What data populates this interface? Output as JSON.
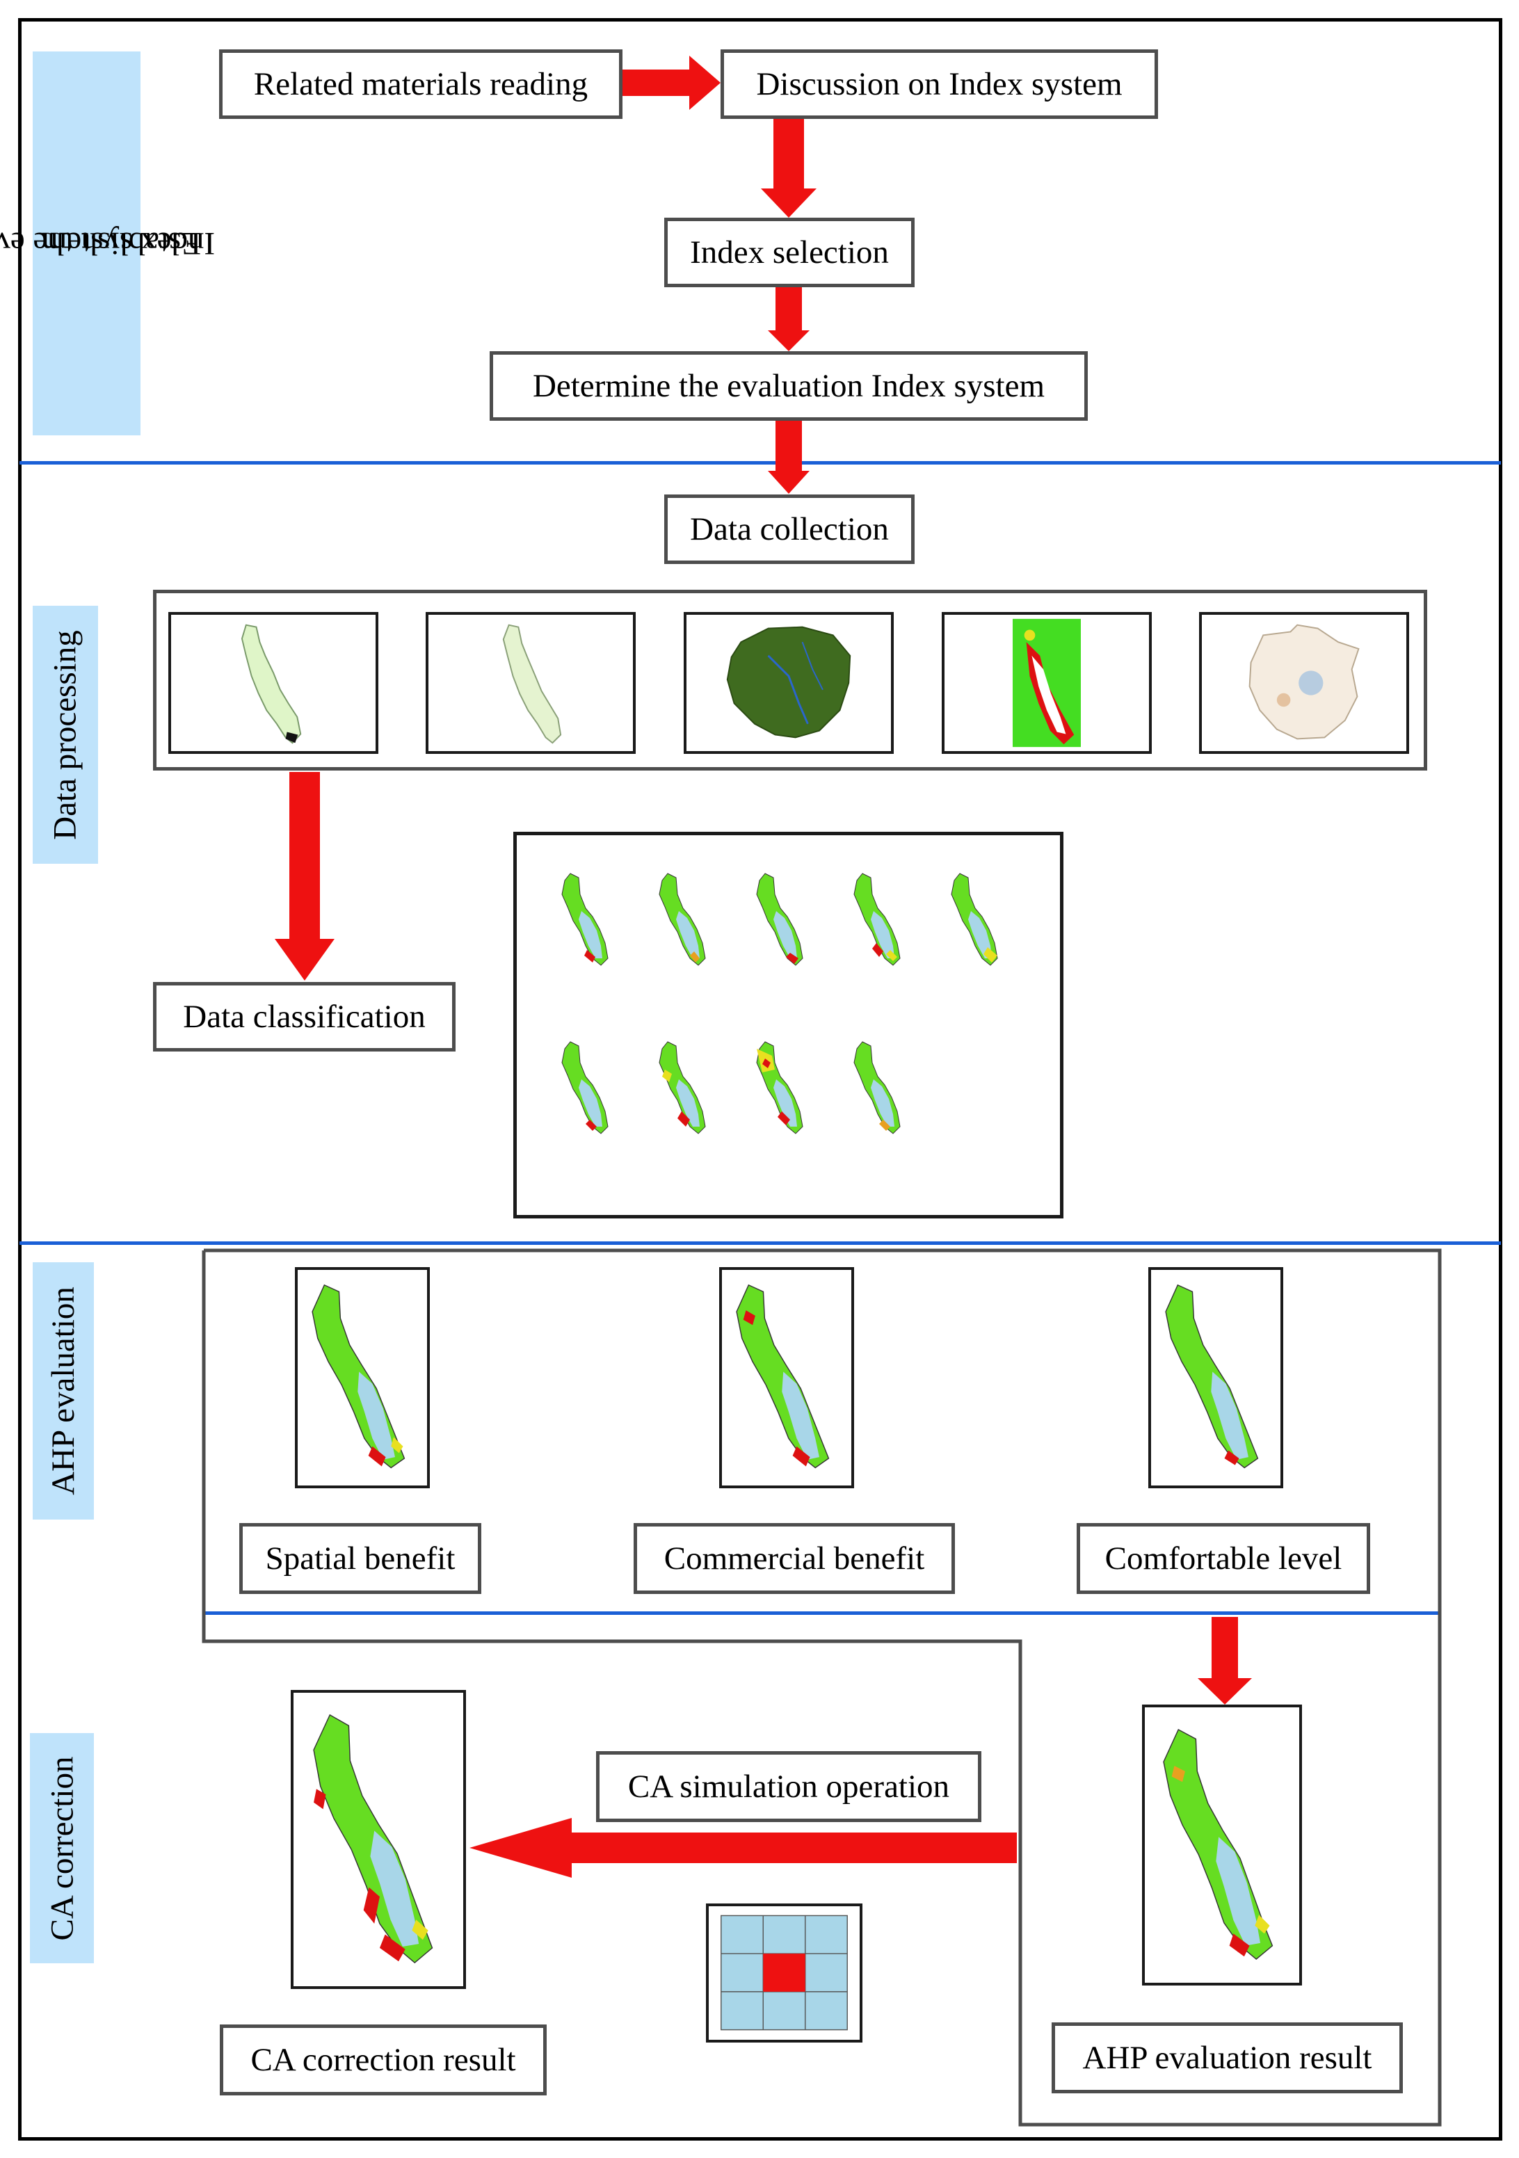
{
  "colors": {
    "arrow": "#ee1111",
    "divider": "#1a5fd6",
    "side_label_bg": "#bfe3fb",
    "box_border": "#4d4d4d",
    "map_green": "#66dd22",
    "map_lake": "#a8d6e8",
    "map_red": "#dd1111",
    "map_yellow": "#e8e020"
  },
  "sections": {
    "establish": {
      "label_line1": "Establish the evaluation",
      "label_line2": "Index system"
    },
    "processing": {
      "label": "Data processing"
    },
    "ahp": {
      "label": "AHP evaluation"
    },
    "ca": {
      "label": "CA correction"
    }
  },
  "boxes": {
    "related_materials": "Related materials reading",
    "discussion": "Discussion on Index system",
    "index_selection": "Index selection",
    "determine_index": "Determine the evaluation Index system",
    "data_collection": "Data collection",
    "data_classification": "Data classification",
    "spatial_benefit": "Spatial benefit",
    "commercial_benefit": "Commercial benefit",
    "comfortable_level": "Comfortable level",
    "ca_simulation": "CA simulation operation",
    "ca_result": "CA correction result",
    "ahp_result": "AHP evaluation result"
  },
  "icons": {
    "raw_maps": [
      "lake-outline-map-icon",
      "lake-outline-map-icon",
      "terrain-map-icon",
      "heat-raster-map-icon",
      "province-map-icon"
    ],
    "classified_maps_count": 9,
    "ca_grid": "ca-neighborhood-grid-icon"
  }
}
